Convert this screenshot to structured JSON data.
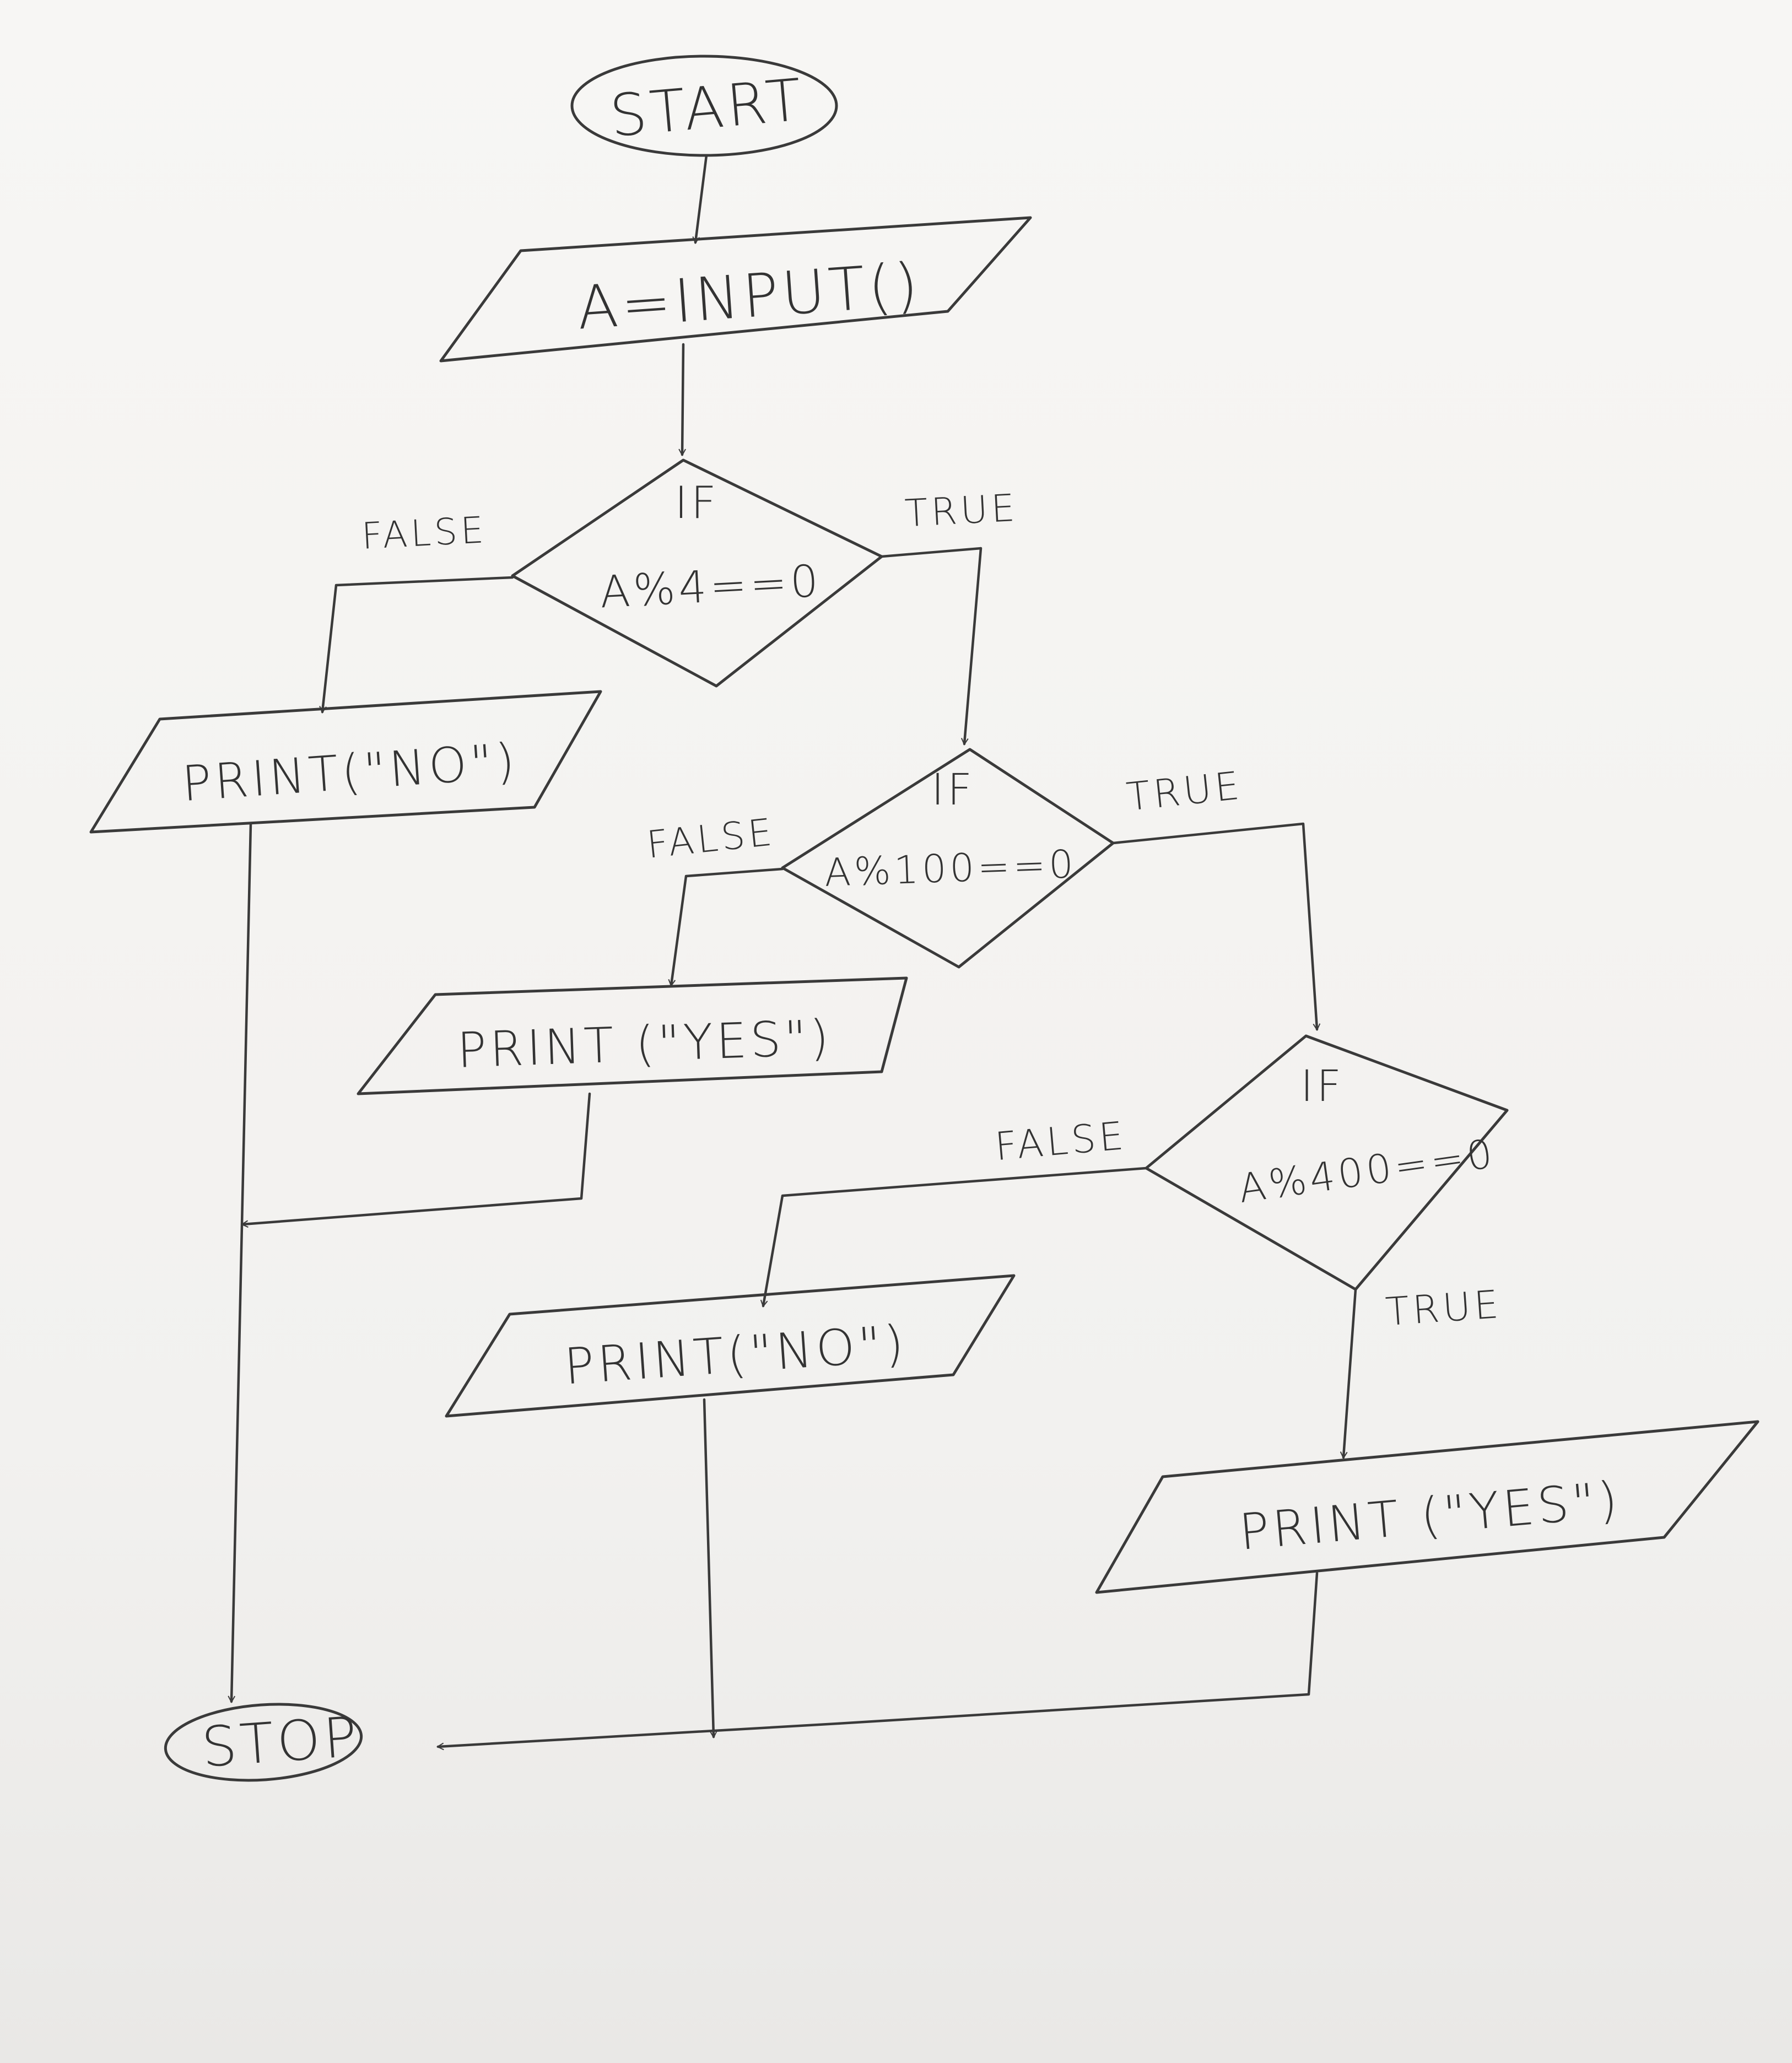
{
  "nodes": {
    "start": {
      "text": "START"
    },
    "input": {
      "text": "A=INPUT()"
    },
    "cond1": {
      "line1": "IF",
      "line2": "A%4==0"
    },
    "cond2": {
      "line1": "IF",
      "line2": "A%100==0"
    },
    "cond3": {
      "line1": "IF",
      "line2": "A%400==0"
    },
    "print_no_1": {
      "text": "PRINT(\"NO\")"
    },
    "print_yes_1": {
      "text": "PRINT (\"YES\")"
    },
    "print_no_2": {
      "text": "PRINT(\"NO\")"
    },
    "print_yes_2": {
      "text": "PRINT (\"YES\")"
    },
    "stop": {
      "text": "STOP"
    }
  },
  "edge_labels": {
    "cond1_false": "FALSE",
    "cond1_true": "TRUE",
    "cond2_false": "FALSE",
    "cond2_true": "TRUE",
    "cond3_false": "FALSE",
    "cond3_true": "TRUE"
  },
  "colors": {
    "ink": "#3a3a3a",
    "paper": "#f4f3f1"
  }
}
